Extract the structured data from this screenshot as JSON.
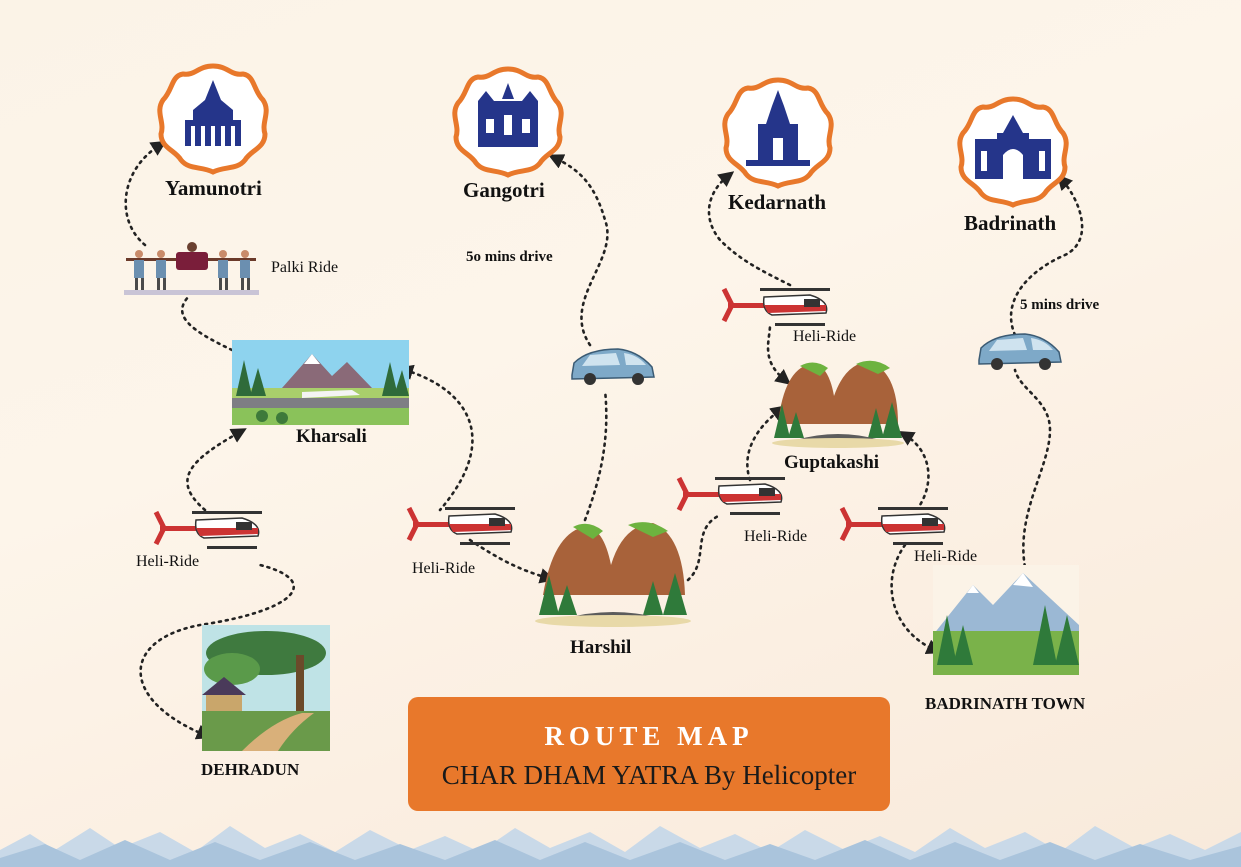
{
  "map": {
    "title": "ROUTE MAP",
    "subtitle": "CHAR DHAM YATRA By Helicopter"
  },
  "temples": [
    {
      "name": "Yamunotri"
    },
    {
      "name": "Gangotri"
    },
    {
      "name": "Kedarnath"
    },
    {
      "name": "Badrinath"
    }
  ],
  "places": [
    {
      "name": "Kharsali"
    },
    {
      "name": "Harshil"
    },
    {
      "name": "Guptakashi"
    },
    {
      "name": "DEHRADUN"
    },
    {
      "name": "BADRINATH TOWN"
    }
  ],
  "transports": [
    {
      "label": "Palki Ride"
    },
    {
      "label": "Heli-Ride"
    },
    {
      "label": "Heli-Ride"
    },
    {
      "label": "Heli-Ride"
    },
    {
      "label": "Heli-Ride"
    },
    {
      "label": "Heli-Ride"
    },
    {
      "label": "5o mins drive"
    },
    {
      "label": "5 mins drive"
    }
  ],
  "colors": {
    "accent": "#e8782b",
    "temple": "#25358a",
    "route": "#222222"
  }
}
